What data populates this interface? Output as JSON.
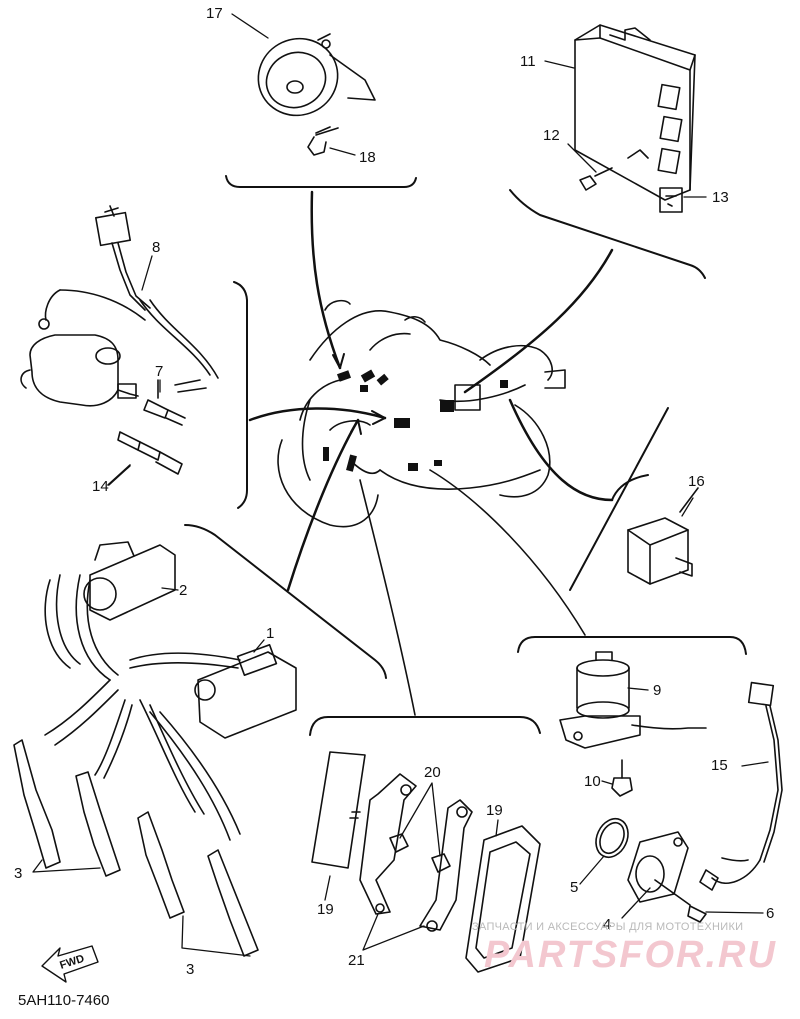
{
  "diagram": {
    "callouts": {
      "c1": "1",
      "c2": "2",
      "c3a": "3",
      "c3b": "3",
      "c4": "4",
      "c5": "5",
      "c6": "6",
      "c7": "7",
      "c8": "8",
      "c9": "9",
      "c10": "10",
      "c11": "11",
      "c12": "12",
      "c13": "13",
      "c14": "14",
      "c15": "15",
      "c16": "16",
      "c17": "17",
      "c18": "18",
      "c19a": "19",
      "c19b": "19",
      "c20": "20",
      "c21": "21"
    },
    "fwd_label": "FWD",
    "diagram_code": "5AH110-7460"
  },
  "watermark": {
    "subtitle": "ЗАПЧАСТИ И АКСЕССУАРЫ ДЛЯ МОТОТЕХНИКИ",
    "brand": "PARTSFOR.RU",
    "color": "#f3c7cf"
  }
}
